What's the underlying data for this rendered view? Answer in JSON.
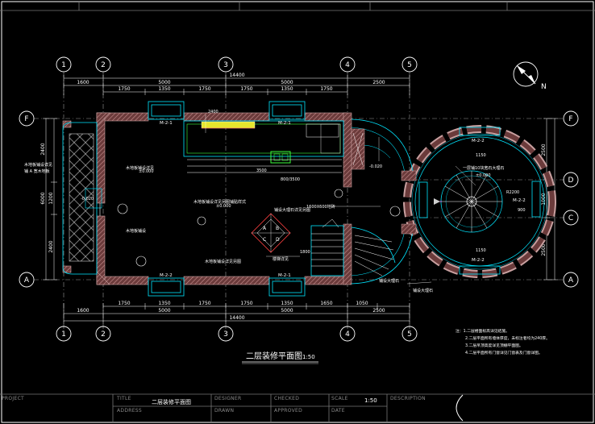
{
  "drawing": {
    "title": "二层装修平面图",
    "scale": "1:50",
    "north_label": "N",
    "grid_columns": [
      "1",
      "2",
      "3",
      "4",
      "5"
    ],
    "grid_rows": [
      "F",
      "D",
      "C",
      "A"
    ],
    "dims_top_total": "14400",
    "dims_top_row1": [
      "1600",
      "5000",
      "5000",
      "2500"
    ],
    "dims_top_row2": [
      "1750",
      "1350",
      "1750",
      "1750",
      "1350",
      "1750"
    ],
    "dims_bottom_total": "14400",
    "dims_bottom_row1": [
      "1600",
      "5000",
      "5000",
      "2500"
    ],
    "dims_bottom_row2": [
      "1750",
      "1350",
      "1750",
      "1750",
      "1350",
      "1650",
      "1050"
    ],
    "dims_left": [
      "2400",
      "1200",
      "2400"
    ],
    "dims_left_total": "6000",
    "dims_right": [
      "2500",
      "1000",
      "2500"
    ],
    "dims_right_total": "6000",
    "labels": {
      "window_tag_1": "M-2-1",
      "window_tag_2": "M-2-1",
      "window_tag_3": "M-2-2",
      "window_tag_4": "M-2-1",
      "window_tag_5": "M-2-2",
      "window_tag_6": "M-2-2",
      "window_tag_7": "M-2-2",
      "level_1": "±0.000",
      "level_2": "±0.000",
      "level_3": "-0.020",
      "level_4": "-0.020",
      "level_5": "±0.000",
      "dim_counter": "2400",
      "dim_mid": "3500",
      "dim_bar": "800/3500",
      "dim_round": "1150",
      "dim_round2": "1150",
      "dim_radius": "R2200",
      "dim_small": "900",
      "dim_stair": "1800",
      "text_ring": "一层铺10块宽石大理石",
      "text_bay": "木地板铺设详见",
      "text_bay2": "铺 A 宽木地板",
      "text_center": "木地板铺设详见另图铺贴样式",
      "text_left1": "木地板铺设详见",
      "text_left2": "木地板铺设",
      "text_stair": "楼梯详见",
      "text_right1": "铺设大理石",
      "text_right2": "铺设大理石",
      "text_mid2": "铺设大理石详见另图",
      "text_note_a": "1600X600地砖",
      "text_note_b": "木地板铺设详见另图",
      "label_a": "A",
      "label_b": "B",
      "label_c": "C",
      "label_d": "D"
    },
    "notes": [
      "注：1.二层楼面标高详见结施。",
      "2.二层平面所有墙体厚度，未标注者均为240厚。",
      "3.二层吊顶高度详见顶棚平面图。",
      "4.二层平面所有门窗详见门窗表及门窗详图。"
    ]
  },
  "title_block": {
    "project_label": "PROJECT",
    "title_label": "TITLE",
    "title_value": "二层装修平面图",
    "address_label": "ADDRESS",
    "designer_label": "DESIGNER",
    "drawn_label": "DRAWN",
    "checked_label": "CHECKED",
    "approved_label": "APPROVED",
    "scale_label": "SCALE",
    "scale_value": "1:50",
    "date_label": "DATE",
    "description_label": "DESCRIPTION"
  },
  "colors": {
    "background": "#000000",
    "wall": "#c8a0a0",
    "wall_hatch": "#8a4a4a",
    "cyan": "#00e5ff",
    "grid": "#ffffff",
    "green": "#3cff3c",
    "yellow": "#e6e62d",
    "red": "#ff4040",
    "magenta": "#ff60ff"
  }
}
